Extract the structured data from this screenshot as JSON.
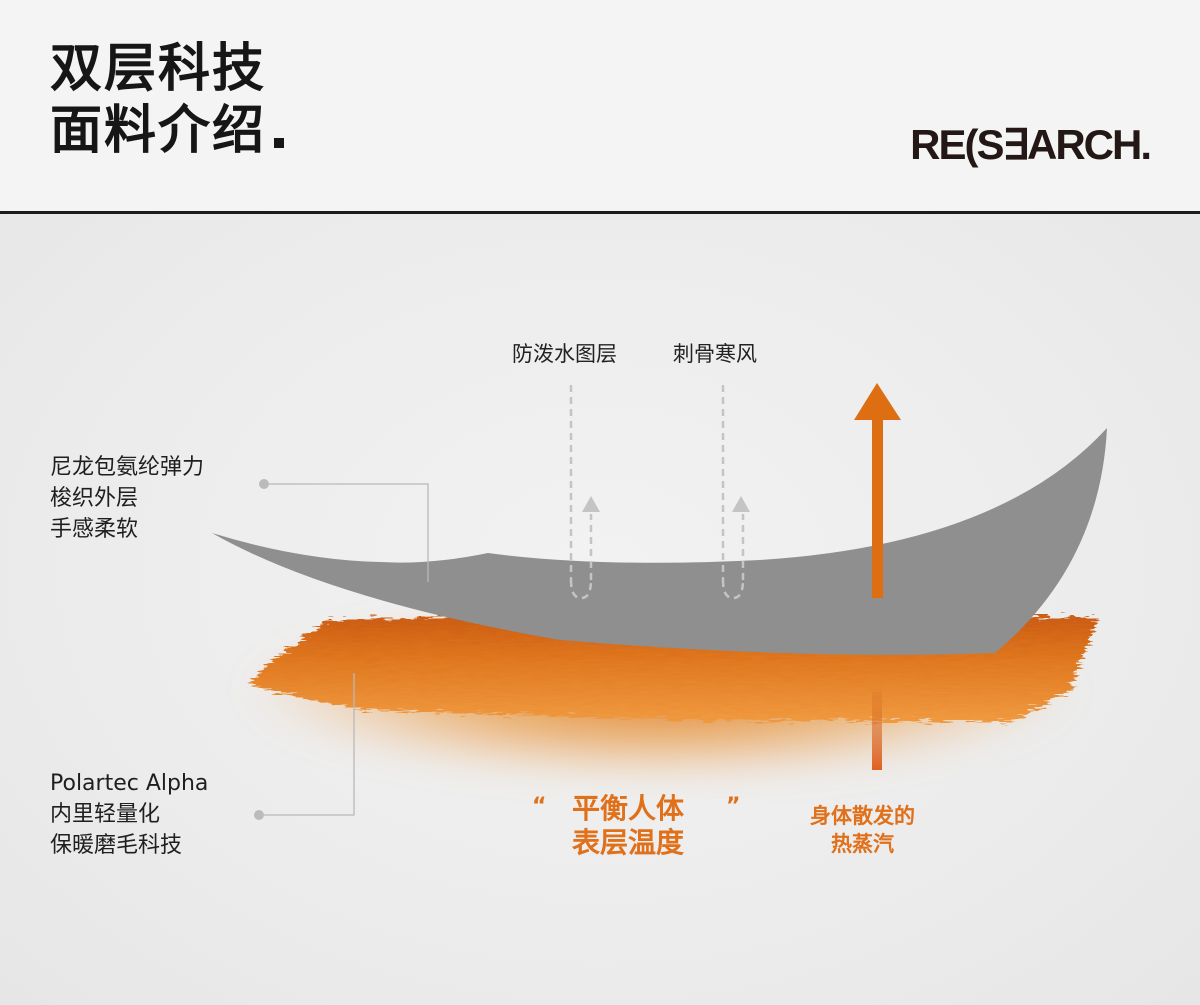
{
  "header": {
    "title_line1": "双层科技",
    "title_line2": "面料介绍",
    "brand": "RE(S∃ARCH."
  },
  "labels": {
    "outer_layer": [
      "尼龙包氨纶弹力",
      "梭织外层",
      "手感柔软"
    ],
    "inner_layer": [
      "Polartec Alpha",
      "内里轻量化",
      "保暖磨毛科技"
    ],
    "water_repellent": "防泼水图层",
    "cold_wind": "刺骨寒风",
    "balance": [
      "平衡人体",
      "表层温度"
    ],
    "quote_open": "“",
    "quote_close": "”",
    "body_vapor": [
      "身体散发的",
      "热蒸汽"
    ]
  },
  "colors": {
    "accent_orange": "#e0701a",
    "fabric_gray": "#8f8f8f",
    "header_rule": "#1c1c1c"
  }
}
